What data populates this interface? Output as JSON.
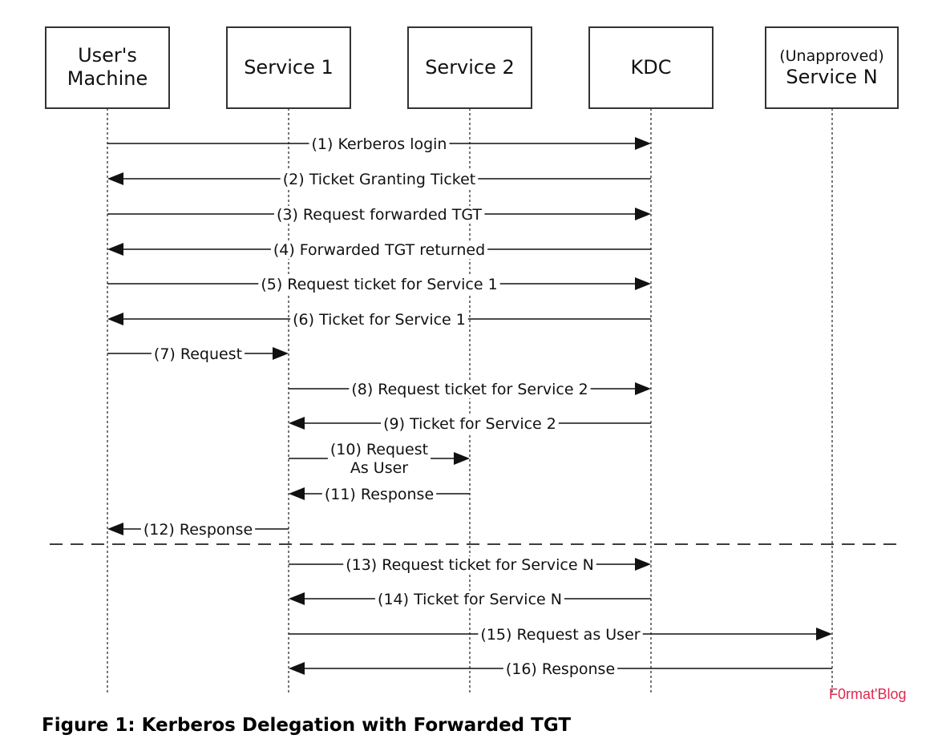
{
  "participants": [
    {
      "key": "user",
      "label_lines": [
        "User's",
        "Machine"
      ]
    },
    {
      "key": "s1",
      "label_lines": [
        "Service 1"
      ]
    },
    {
      "key": "s2",
      "label_lines": [
        "Service 2"
      ]
    },
    {
      "key": "kdc",
      "label_lines": [
        "KDC"
      ]
    },
    {
      "key": "sn",
      "label_lines": [
        "(Unapproved)",
        "Service N"
      ]
    }
  ],
  "messages": [
    {
      "from": "user",
      "to": "kdc",
      "label_lines": [
        "(1) Kerberos login"
      ]
    },
    {
      "from": "kdc",
      "to": "user",
      "label_lines": [
        "(2) Ticket Granting Ticket"
      ]
    },
    {
      "from": "user",
      "to": "kdc",
      "label_lines": [
        "(3) Request forwarded TGT"
      ]
    },
    {
      "from": "kdc",
      "to": "user",
      "label_lines": [
        "(4) Forwarded TGT returned"
      ]
    },
    {
      "from": "user",
      "to": "kdc",
      "label_lines": [
        "(5) Request ticket for Service 1"
      ]
    },
    {
      "from": "kdc",
      "to": "user",
      "label_lines": [
        "(6) Ticket for Service 1"
      ]
    },
    {
      "from": "user",
      "to": "s1",
      "label_lines": [
        "(7) Request"
      ]
    },
    {
      "from": "s1",
      "to": "kdc",
      "label_lines": [
        "(8) Request ticket for Service 2"
      ]
    },
    {
      "from": "kdc",
      "to": "s1",
      "label_lines": [
        "(9) Ticket for Service 2"
      ]
    },
    {
      "from": "s1",
      "to": "s2",
      "label_lines": [
        "(10) Request",
        "As User"
      ]
    },
    {
      "from": "s2",
      "to": "s1",
      "label_lines": [
        "(11) Response"
      ]
    },
    {
      "from": "s1",
      "to": "user",
      "label_lines": [
        "(12) Response"
      ]
    },
    {
      "from": "s1",
      "to": "kdc",
      "label_lines": [
        "(13) Request ticket for Service N"
      ]
    },
    {
      "from": "kdc",
      "to": "s1",
      "label_lines": [
        "(14) Ticket for Service N"
      ]
    },
    {
      "from": "s1",
      "to": "sn",
      "label_lines": [
        "(15) Request as User"
      ]
    },
    {
      "from": "sn",
      "to": "s1",
      "label_lines": [
        "(16) Response"
      ]
    }
  ],
  "caption": "Figure 1: Kerberos Delegation with Forwarded TGT",
  "watermark": "F0rmat'Blog",
  "colors": {
    "watermark": "#e0284f",
    "ink": "#111111"
  }
}
